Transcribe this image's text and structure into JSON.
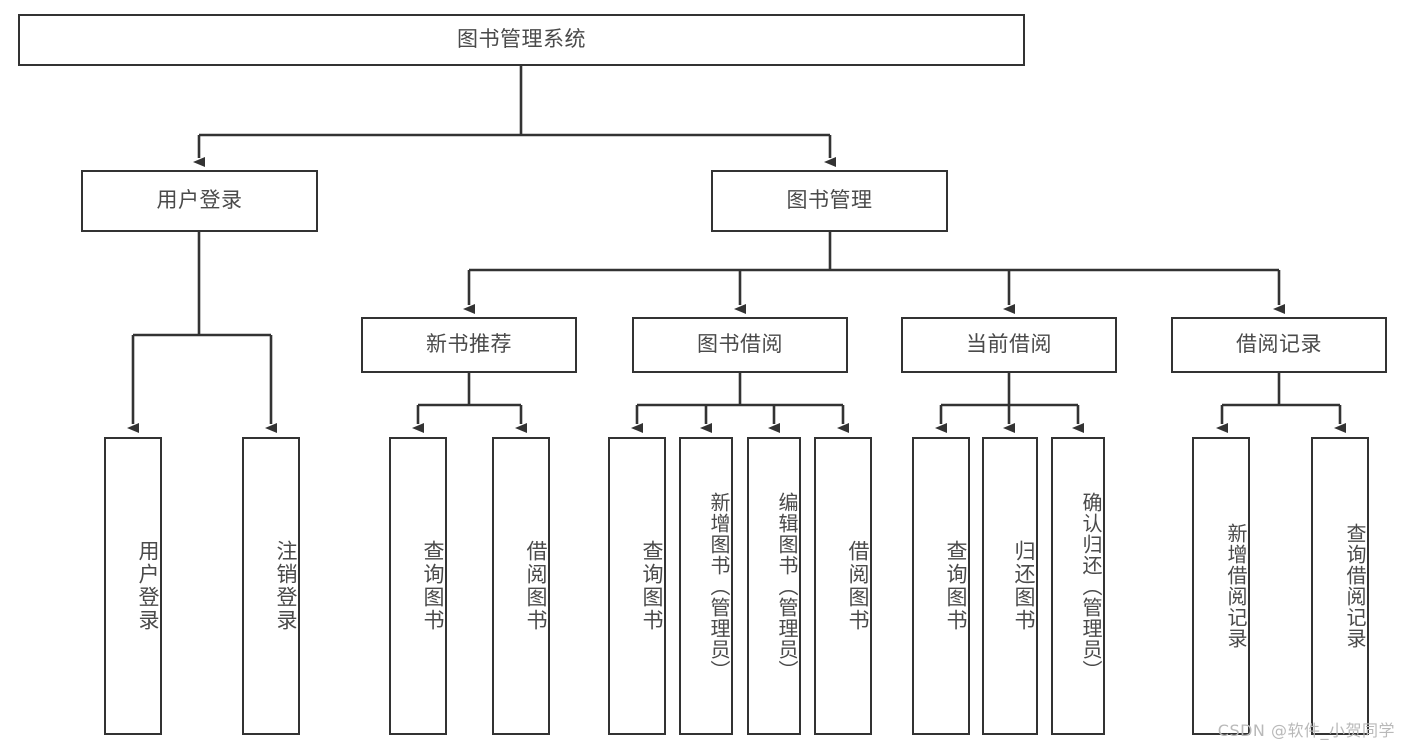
{
  "diagram": {
    "type": "tree",
    "title": "图书管理系统",
    "colors": {
      "stroke": "#333333",
      "text": "#4a4a4a",
      "background": "#ffffff",
      "watermark": "#b9b9b9"
    },
    "root": {
      "id": "root",
      "label": "图书管理系统",
      "orientation": "horizontal"
    },
    "level2": [
      {
        "id": "user-login",
        "label": "用户登录",
        "orientation": "horizontal"
      },
      {
        "id": "book-manage",
        "label": "图书管理",
        "orientation": "horizontal"
      }
    ],
    "level3": [
      {
        "id": "new-book-recommend",
        "label": "新书推荐",
        "orientation": "horizontal",
        "parent": "book-manage"
      },
      {
        "id": "book-borrow",
        "label": "图书借阅",
        "orientation": "horizontal",
        "parent": "book-manage"
      },
      {
        "id": "current-borrow",
        "label": "当前借阅",
        "orientation": "horizontal",
        "parent": "book-manage"
      },
      {
        "id": "borrow-record",
        "label": "借阅记录",
        "orientation": "horizontal",
        "parent": "book-manage"
      }
    ],
    "leaves": [
      {
        "id": "leaf-user-login",
        "label": "用户登录",
        "parent": "user-login",
        "orientation": "vertical"
      },
      {
        "id": "leaf-user-logout",
        "label": "注销登录",
        "parent": "user-login",
        "orientation": "vertical"
      },
      {
        "id": "leaf-rec-query-book",
        "label": "查询图书",
        "parent": "new-book-recommend",
        "orientation": "vertical"
      },
      {
        "id": "leaf-rec-borrow-book",
        "label": "借阅图书",
        "parent": "new-book-recommend",
        "orientation": "vertical"
      },
      {
        "id": "leaf-borrow-query-book",
        "label": "查询图书",
        "parent": "book-borrow",
        "orientation": "vertical"
      },
      {
        "id": "leaf-borrow-add-book",
        "label": "新增图书（管理员）",
        "parent": "book-borrow",
        "orientation": "vertical"
      },
      {
        "id": "leaf-borrow-edit-book",
        "label": "编辑图书（管理员）",
        "parent": "book-borrow",
        "orientation": "vertical"
      },
      {
        "id": "leaf-borrow-borrow-book",
        "label": "借阅图书",
        "parent": "book-borrow",
        "orientation": "vertical"
      },
      {
        "id": "leaf-current-query-book",
        "label": "查询图书",
        "parent": "current-borrow",
        "orientation": "vertical"
      },
      {
        "id": "leaf-current-return-book",
        "label": "归还图书",
        "parent": "current-borrow",
        "orientation": "vertical"
      },
      {
        "id": "leaf-current-confirm-return",
        "label": "确认归还（管理员）",
        "parent": "current-borrow",
        "orientation": "vertical"
      },
      {
        "id": "leaf-record-add",
        "label": "新增借阅记录",
        "parent": "borrow-record",
        "orientation": "vertical"
      },
      {
        "id": "leaf-record-query",
        "label": "查询借阅记录",
        "parent": "borrow-record",
        "orientation": "vertical"
      }
    ],
    "watermark": "CSDN @软件_小贺同学"
  }
}
